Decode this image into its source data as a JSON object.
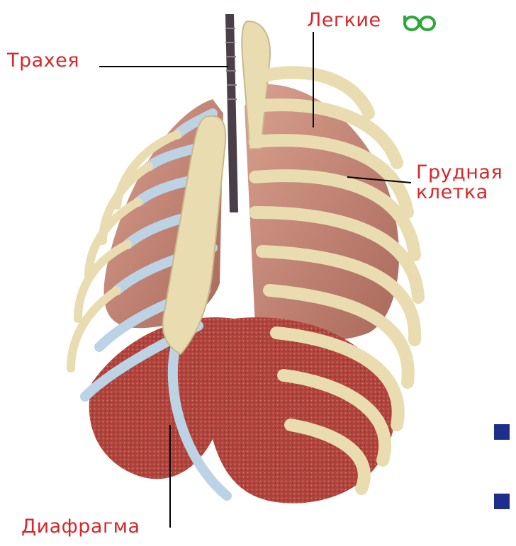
{
  "labels": {
    "trachea": "Трахея",
    "lungs": "Легкие",
    "chest_line1": "Грудная",
    "chest_line2": "клетка",
    "diaphragm": "Диафрагма"
  },
  "icons": {
    "lungs_icon": "lungs-icon"
  },
  "colors": {
    "label_text": "#d8262a",
    "lungs_icon": "#2aa838",
    "bone": "#e9dcb0",
    "cartilage": "#bcd3e6",
    "lung_tissue": "#c9897a",
    "diaphragm_tissue": "#b0443c",
    "bullet": "#1e2e8c"
  }
}
